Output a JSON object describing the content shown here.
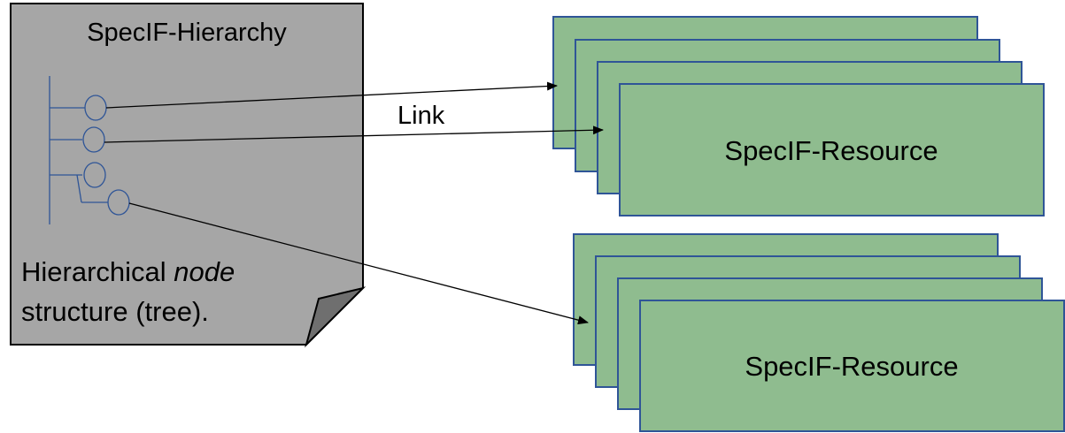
{
  "document": {
    "title": "SpecIF-Hierarchy",
    "caption_line1_prefix": "Hierarchical ",
    "caption_line1_italic": "node",
    "caption_line2": "structure (tree).",
    "color": "#a6a6a6"
  },
  "link_label": "Link",
  "resource_stacks": [
    {
      "label": "SpecIF-Resource",
      "color": "#8fbc8f"
    },
    {
      "label": "SpecIF-Resource",
      "color": "#8fbc8f"
    }
  ],
  "colors": {
    "node_outline": "#2f5597",
    "resource_border": "#2f5597"
  }
}
